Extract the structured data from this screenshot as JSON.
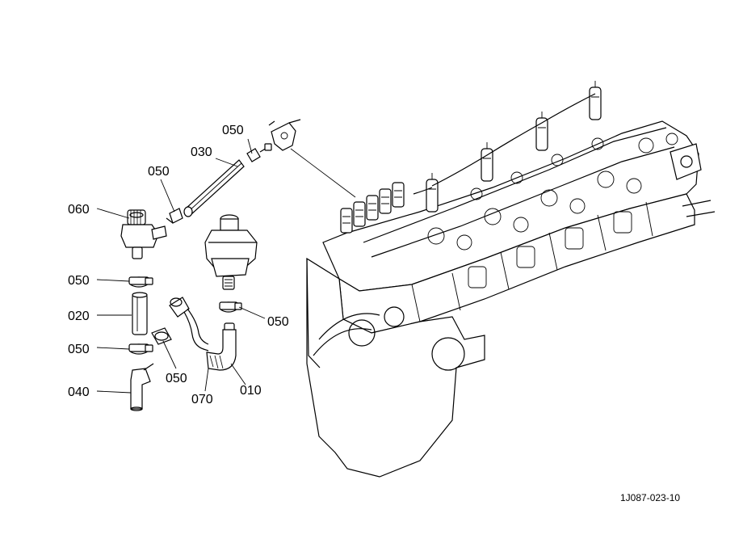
{
  "labels": {
    "p010": "010",
    "p020": "020",
    "p030": "030",
    "p040": "040",
    "p050a": "050",
    "p050b": "050",
    "p050c": "050",
    "p050d": "050",
    "p050e": "050",
    "p050f": "050",
    "p060": "060",
    "p070": "070"
  },
  "figure_code": "1J087-023-10"
}
